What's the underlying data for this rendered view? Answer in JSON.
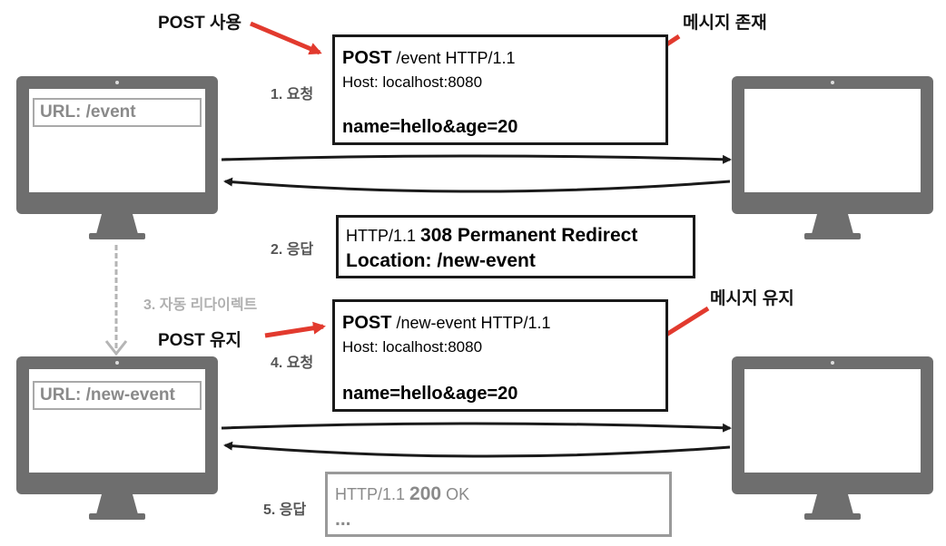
{
  "colors": {
    "monitor": "#6e6e6e",
    "arrow_red": "#e23a2e",
    "arrow_black": "#1a1a1a",
    "arrow_gray": "#b5b5b5",
    "faded_text": "#8a8a8a"
  },
  "icons": [
    "monitor-icon",
    "arrow-right-icon",
    "arrow-left-icon",
    "arrow-down-icon"
  ],
  "notes": {
    "post_use": "POST 사용",
    "message_exists": "메시지 존재",
    "post_keep": "POST 유지",
    "message_keep": "메시지 유지"
  },
  "steps": {
    "s1": "1. 요청",
    "s2": "2. 응답",
    "s3": "3. 자동 리다이렉트",
    "s4": "4. 요청",
    "s5": "5. 응답"
  },
  "clients": {
    "top_url": "URL: /event",
    "bottom_url": "URL: /new-event"
  },
  "req1": {
    "method": "POST",
    "target": " /event HTTP/1.1",
    "host": "Host: localhost:8080",
    "body": "name=hello&age=20"
  },
  "resp1": {
    "version": "HTTP/1.1 ",
    "status": "308 Permanent Redirect",
    "location": "Location: /new-event"
  },
  "req2": {
    "method": "POST",
    "target": " /new-event HTTP/1.1",
    "host": "Host: localhost:8080",
    "body": "name=hello&age=20"
  },
  "resp2": {
    "version": "HTTP/1.1 ",
    "status": "200",
    "reason": " OK",
    "ellipsis": "..."
  }
}
